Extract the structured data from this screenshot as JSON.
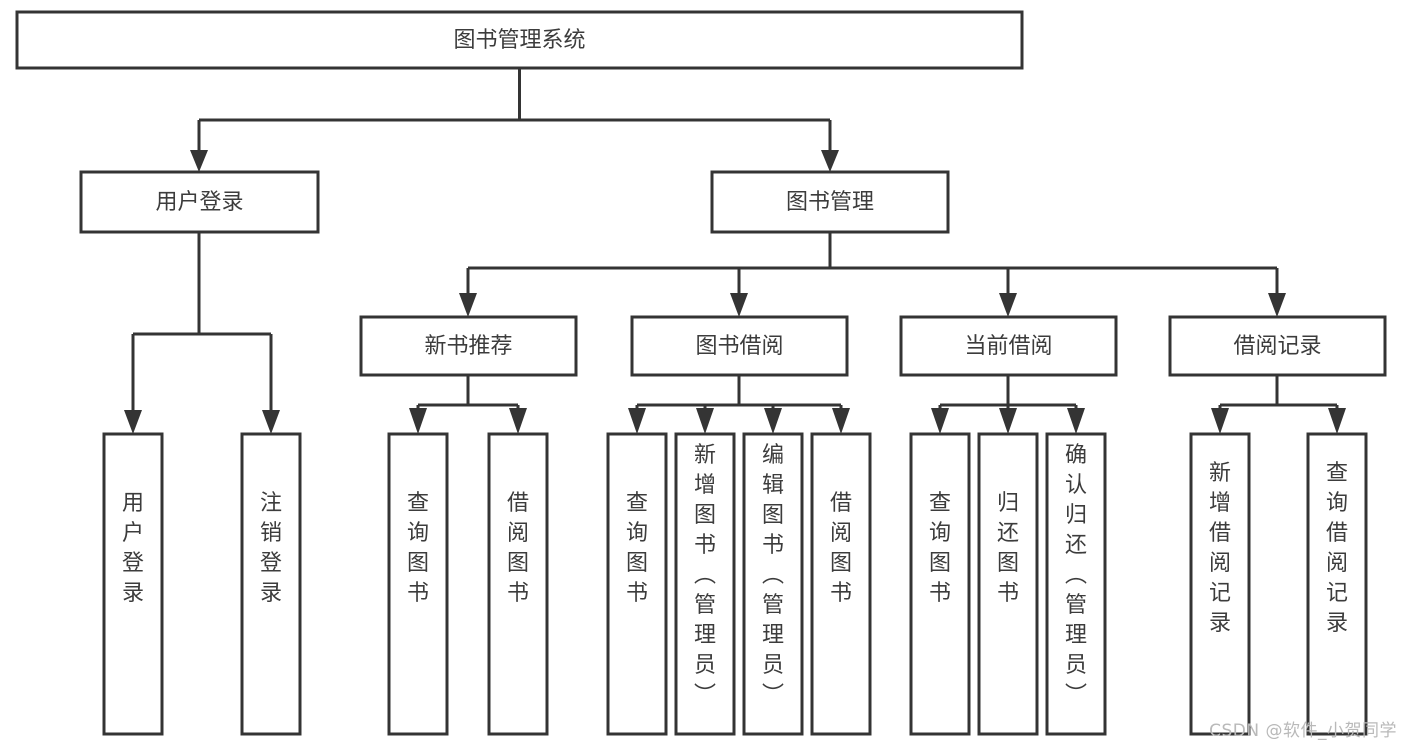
{
  "diagram": {
    "type": "tree-hierarchy-chart",
    "title": "图书管理系统",
    "colors": {
      "background": "#ffffff",
      "box_fill": "#ffffff",
      "box_stroke": "#343434",
      "text": "#3c3c3c",
      "watermark": "#b9b9b9"
    },
    "root": {
      "label": "图书管理系统",
      "orientation": "horizontal"
    },
    "level2": [
      {
        "label": "用户登录",
        "orientation": "horizontal"
      },
      {
        "label": "图书管理",
        "orientation": "horizontal"
      }
    ],
    "level3": [
      {
        "label": "新书推荐",
        "orientation": "horizontal"
      },
      {
        "label": "图书借阅",
        "orientation": "horizontal"
      },
      {
        "label": "当前借阅",
        "orientation": "horizontal"
      },
      {
        "label": "借阅记录",
        "orientation": "horizontal"
      }
    ],
    "leaves": {
      "user_login": [
        {
          "label": "用户登录",
          "orientation": "vertical"
        },
        {
          "label": "注销登录",
          "orientation": "vertical"
        }
      ],
      "new_book_recommend": [
        {
          "label": "查询图书",
          "orientation": "vertical"
        },
        {
          "label": "借阅图书",
          "orientation": "vertical"
        }
      ],
      "book_borrow": [
        {
          "label": "查询图书",
          "orientation": "vertical"
        },
        {
          "label": "新增图书（管理员）",
          "orientation": "vertical"
        },
        {
          "label": "编辑图书（管理员）",
          "orientation": "vertical"
        },
        {
          "label": "借阅图书",
          "orientation": "vertical"
        }
      ],
      "current_borrow": [
        {
          "label": "查询图书",
          "orientation": "vertical"
        },
        {
          "label": "归还图书",
          "orientation": "vertical"
        },
        {
          "label": "确认归还（管理员）",
          "orientation": "vertical"
        }
      ],
      "borrow_record": [
        {
          "label": "新增借阅记录",
          "orientation": "vertical"
        },
        {
          "label": "查询借阅记录",
          "orientation": "vertical"
        }
      ]
    }
  },
  "watermark": {
    "text": "CSDN @软件_小贺同学"
  }
}
